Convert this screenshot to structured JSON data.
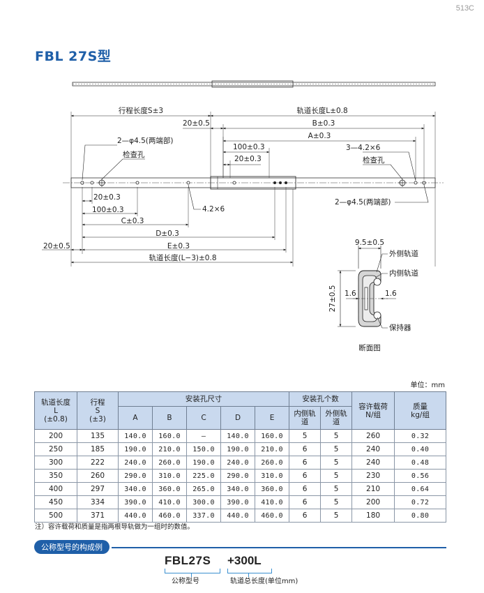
{
  "page_number": "513C",
  "title": "FBL 27S型",
  "drawing": {
    "top": {
      "stroke_label": "行程长度S±3",
      "rail_label": "轨道长度L±0.8",
      "offset_20": "20±0.5",
      "b": "B±0.3",
      "a": "A±0.3",
      "hole_2": "2—φ4.5(两端部)",
      "inspect_hole": "检查孔",
      "d100": "100±0.3",
      "d20": "20±0.3",
      "hole_3": "3—4.2×6",
      "inspect_hole_right": "检查孔"
    },
    "bottom": {
      "d20": "20±0.3",
      "d100": "100±0.3",
      "c": "C±0.3",
      "slot": "4.2×6",
      "d": "D±0.3",
      "e": "E±0.3",
      "rail_l3": "轨道长度(L−3)±0.8",
      "offset_20": "20±0.5",
      "hole_2_right": "2—φ4.5(两端部)"
    },
    "section": {
      "width": "9.5±0.5",
      "outer_rail": "外侧轨道",
      "inner_rail": "内侧轨道",
      "t1": "1.6",
      "t2": "1.6",
      "height": "27±0.5",
      "retainer": "保持器",
      "caption": "断面图"
    }
  },
  "unit_label": "单位：mm",
  "table": {
    "h_rail": "轨道长度",
    "h_rail_sym": "L",
    "h_rail_tol": "(±0.8)",
    "h_stroke": "行程",
    "h_stroke_sym": "S",
    "h_stroke_tol": "(±3)",
    "h_holes": "安装孔尺寸",
    "h_count": "安装孔个数",
    "h_load": "容许载荷",
    "h_load_unit": "N/组",
    "h_mass": "质量",
    "h_mass_unit": "kg/组",
    "h_inner": "内侧轨道",
    "h_outer": "外侧轨道",
    "cols": [
      "A",
      "B",
      "C",
      "D",
      "E"
    ],
    "rows": [
      [
        "200",
        "135",
        "140.0",
        "160.0",
        "—",
        "140.0",
        "160.0",
        "5",
        "5",
        "260",
        "0.32"
      ],
      [
        "250",
        "185",
        "190.0",
        "210.0",
        "150.0",
        "190.0",
        "210.0",
        "6",
        "5",
        "240",
        "0.40"
      ],
      [
        "300",
        "222",
        "240.0",
        "260.0",
        "190.0",
        "240.0",
        "260.0",
        "6",
        "5",
        "240",
        "0.48"
      ],
      [
        "350",
        "260",
        "290.0",
        "310.0",
        "225.0",
        "290.0",
        "310.0",
        "6",
        "5",
        "230",
        "0.56"
      ],
      [
        "400",
        "297",
        "340.0",
        "360.0",
        "265.0",
        "340.0",
        "360.0",
        "6",
        "5",
        "210",
        "0.64"
      ],
      [
        "450",
        "334",
        "390.0",
        "410.0",
        "300.0",
        "390.0",
        "410.0",
        "6",
        "5",
        "200",
        "0.72"
      ],
      [
        "500",
        "371",
        "440.0",
        "460.0",
        "337.0",
        "440.0",
        "460.0",
        "6",
        "5",
        "180",
        "0.80"
      ]
    ]
  },
  "note": "注）容许载荷和质量是指两根导轨做为一组时的数值。",
  "order": {
    "section_title": "公称型号的构成例",
    "model": "FBL27S",
    "suffix": "+300L",
    "model_caption": "公称型号",
    "suffix_caption": "轨道总长度(单位mm)"
  }
}
